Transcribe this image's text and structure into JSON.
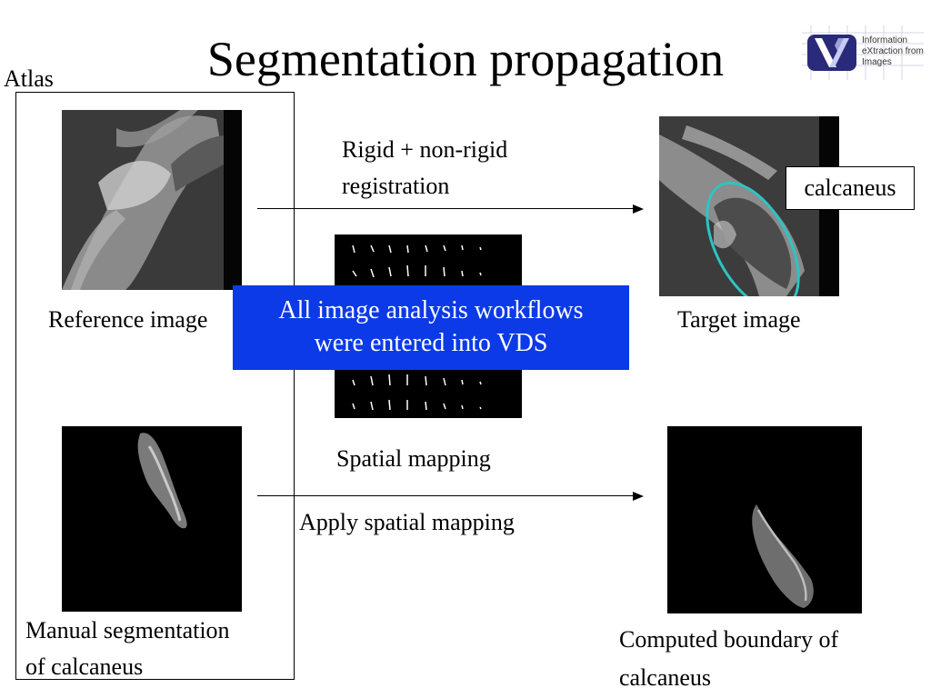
{
  "slide": {
    "title": "Segmentation propagation",
    "atlas_label": "Atlas",
    "reference_label": "Reference image",
    "manual_seg_line1": "Manual segmentation",
    "manual_seg_line2": "of calcaneus",
    "registration_line1": "Rigid + non-rigid",
    "registration_line2": "registration",
    "spatial_mapping": "Spatial mapping",
    "apply_spatial_mapping": "Apply spatial mapping",
    "target_label": "Target image",
    "callout": "calcaneus",
    "computed_line1": "Computed boundary of",
    "computed_line2": "calcaneus",
    "banner_line1": "All image analysis workflows",
    "banner_line2": "were entered into VDS"
  },
  "logo": {
    "line1": "Information",
    "line2": "eXtraction  from",
    "line3": "Images"
  },
  "colors": {
    "banner": "#0b3ae6",
    "ellipse": "#2ec4c4"
  }
}
